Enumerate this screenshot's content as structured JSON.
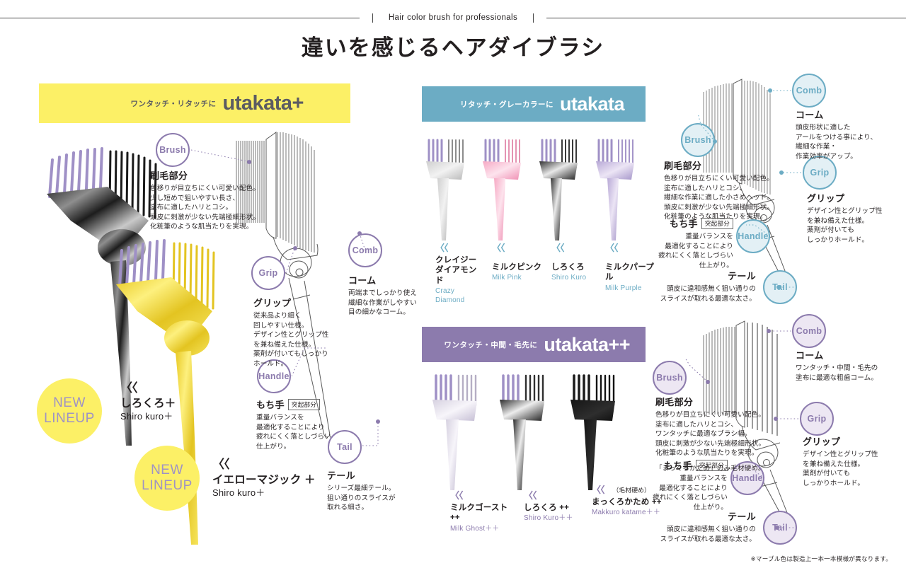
{
  "header": {
    "ribbon_text": "Hair color brush for professionals",
    "title": "違いを感じるヘアダイブラシ"
  },
  "sections": [
    {
      "id": "utakata-plus",
      "lead": "ワンタッチ・リタッチに",
      "logo": "utakata+",
      "bar_color": "#FCF066",
      "accent": "#8C7BAD",
      "badges": [
        "Brush",
        "Grip",
        "Comb",
        "Handle",
        "Tail"
      ],
      "annotations": [
        {
          "badge": "Brush",
          "heading": "刷毛部分",
          "body": "色移りが目立ちにくい可愛い配色。\n少し短めで狙いやすい長さ、\n塗布に適したハリとコシ。\n頭皮に刺激が少ない先端極細形状。\n化粧筆のような肌当たりを実現。"
        },
        {
          "badge": "Grip",
          "heading": "グリップ",
          "body": "従来品より細く\n回しやすい仕様。\nデザイン性とグリップ性\nを兼ね備えた仕様。\n薬剤が付いてもしっかり\nホールド。"
        },
        {
          "badge": "Comb",
          "heading": "コーム",
          "body": "両端までしっかり使え\n繊細な作業がしやすい\n目の細かなコーム。"
        },
        {
          "badge": "Handle",
          "heading": "もち手",
          "tag": "突起部分",
          "body": "重量バランスを\n最適化することにより\n疲れにくく落としづらい\n仕上がり。"
        },
        {
          "badge": "Tail",
          "heading": "テール",
          "body": "シリーズ最細テール。\n狙い通りのスライスが\n取れる細さ。"
        }
      ],
      "products": [
        {
          "chevron": "〈〈",
          "jp": "しろくろ＋",
          "en": "Shiro kuro＋",
          "badge": "NEW LINEUP"
        },
        {
          "chevron": "〈〈",
          "jp": "イエローマジック ＋",
          "en": "Shiro kuro＋",
          "badge": "NEW LINEUP"
        }
      ],
      "new_badge_label": "NEW\nLINEUP"
    },
    {
      "id": "utakata",
      "lead": "リタッチ・グレーカラーに",
      "logo": "utakata",
      "bar_color": "#6CACC4",
      "accent": "#6CACC4",
      "badges": [
        "Comb",
        "Brush",
        "Grip",
        "Handle",
        "Tail"
      ],
      "annotations": [
        {
          "badge": "Comb",
          "heading": "コーム",
          "body": "頭皮形状に適した\nアールをつける事により、\n繊細な作業・\n作業効率がアップ。"
        },
        {
          "badge": "Brush",
          "heading": "刷毛部分",
          "body": "色移りが目立ちにくい可愛い配色。\n塗布に適したハリとコシ、\n繊細な作業に適した小さめヘッド。\n頭皮に刺激が少ない先端極細形状。\n化粧筆のような肌当たりを実現。"
        },
        {
          "badge": "Grip",
          "heading": "グリップ",
          "body": "デザイン性とグリップ性\nを兼ね備えた仕様。\n薬剤が付いても\nしっかりホールド。"
        },
        {
          "badge": "Handle",
          "heading": "もち手",
          "tag": "突起部分",
          "body": "重量バランスを\n最適化することにより\n疲れにくく落としづらい\n仕上がり。"
        },
        {
          "badge": "Tail",
          "heading": "テール",
          "body": "頭皮に違和感無く狙い通りの\nスライスが取れる最適な太さ。"
        }
      ],
      "products": [
        {
          "chevron": "〈〈",
          "jp": "クレイジー\nダイアモンド",
          "en": "Crazy Diamond"
        },
        {
          "chevron": "〈〈",
          "jp": "ミルクピンク",
          "en": "Milk Pink"
        },
        {
          "chevron": "〈〈",
          "jp": "しろくろ",
          "en": "Shiro Kuro"
        },
        {
          "chevron": "〈〈",
          "jp": "ミルクパープル",
          "en": "Milk Purple"
        }
      ]
    },
    {
      "id": "utakata-plusplus",
      "lead": "ワンタッチ・中間・毛先に",
      "logo": "utakata++",
      "bar_color": "#8C7BAD",
      "accent": "#8C7BAD",
      "badges": [
        "Comb",
        "Brush",
        "Grip",
        "Handle",
        "Tail"
      ],
      "annotations": [
        {
          "badge": "Comb",
          "heading": "コーム",
          "body": "ワンタッチ・中間・毛先の\n塗布に最適な粗歯コーム。"
        },
        {
          "badge": "Brush",
          "heading": "刷毛部分",
          "body": "色移りが目立ちにくい可愛い配色。\n塗布に適したハリとコシ、\nワンタッチに最適なブラシ幅。\n頭皮に刺激が少ない先端極細形状。\n化粧筆のような肌当たりを実現。",
          "extra": "「まっくろかため」のみ毛材硬め。"
        },
        {
          "badge": "Grip",
          "heading": "グリップ",
          "body": "デザイン性とグリップ性\nを兼ね備えた仕様。\n薬剤が付いても\nしっかりホールド。"
        },
        {
          "badge": "Handle",
          "heading": "もち手",
          "tag": "突起部分",
          "body": "重量バランスを\n最適化することにより\n疲れにくく落としづらい\n仕上がり。"
        },
        {
          "badge": "Tail",
          "heading": "テール",
          "body": "頭皮に違和感無く狙い通りの\nスライスが取れる最適な太さ。"
        }
      ],
      "products": [
        {
          "chevron": "〈〈",
          "jp": "ミルクゴースト ++",
          "en": "Milk Ghost＋＋"
        },
        {
          "chevron": "〈〈",
          "jp": "しろくろ ++",
          "en": "Shiro Kuro＋＋"
        },
        {
          "chevron": "〈〈",
          "note": "（毛材硬め）",
          "jp": "まっくろかため ++",
          "en": "Makkuro katame＋＋"
        }
      ]
    }
  ],
  "footnote": "※マーブル色は製造上一本一本模様が異なります。"
}
